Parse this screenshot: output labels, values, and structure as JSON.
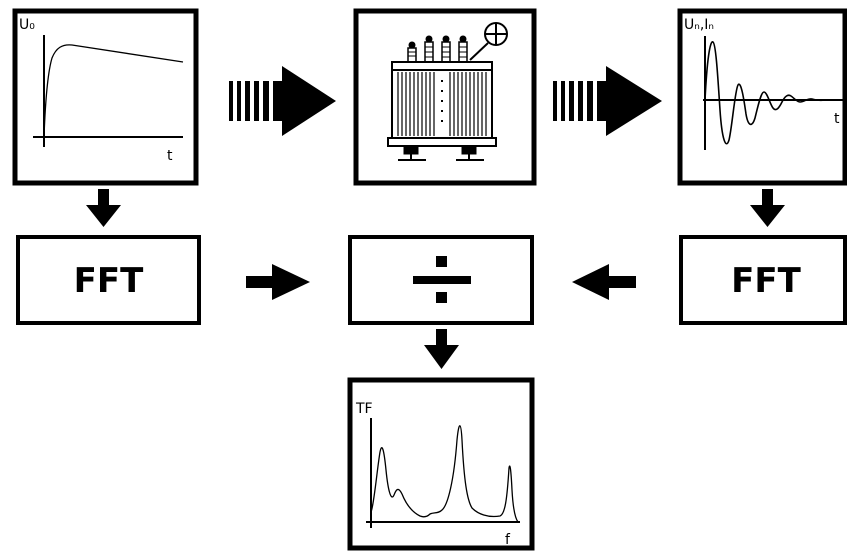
{
  "diagram": {
    "input_plot": {
      "y_label": "U₀",
      "x_label": "t"
    },
    "response_plot": {
      "y_label": "Uₙ,Iₙ",
      "x_label": "t"
    },
    "fft_left": {
      "label": "FFT"
    },
    "fft_right": {
      "label": "FFT"
    },
    "divide": {
      "symbol": "÷"
    },
    "result_plot": {
      "y_label": "TF",
      "x_label": "f"
    }
  },
  "colors": {
    "stroke": "#000000",
    "background": "#ffffff"
  }
}
